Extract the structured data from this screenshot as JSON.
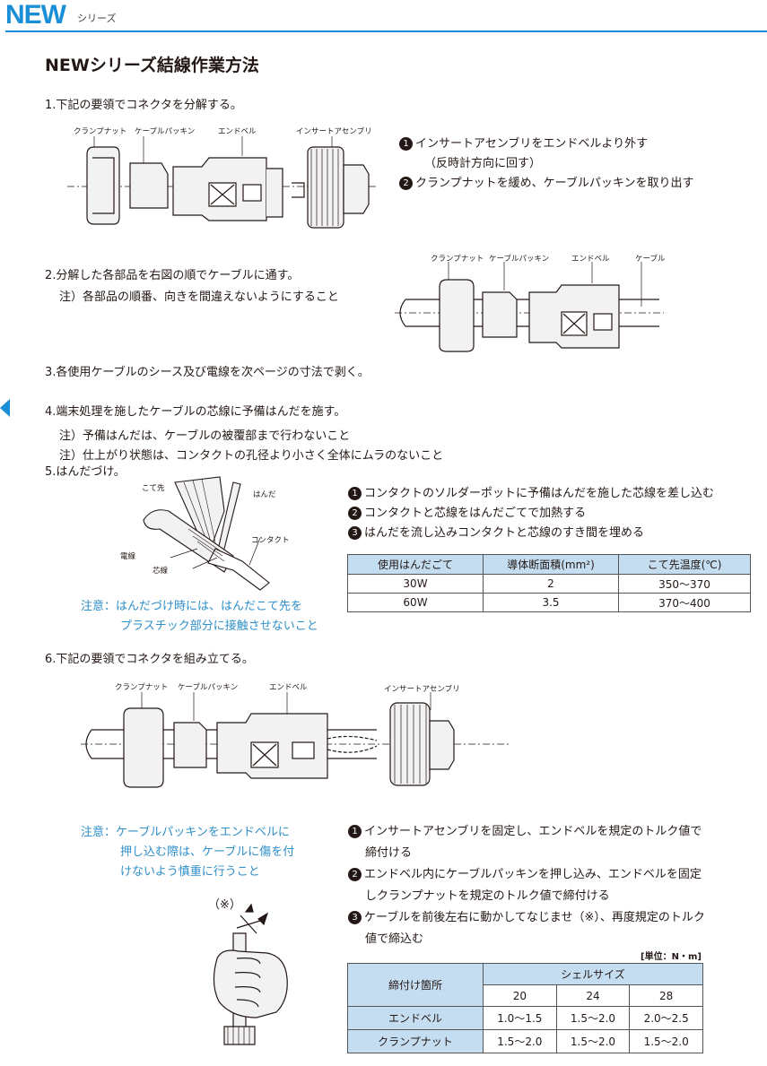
{
  "header": {
    "brand": "NEW",
    "series": "シリーズ"
  },
  "title": "NEWシリーズ結線作業方法",
  "step1": {
    "text": "1.下記の要領でコネクタを分解する。",
    "labels": [
      "クランプナット",
      "ケーブルパッキン",
      "エンドベル",
      "インサートアセンブリ"
    ],
    "instructions": [
      {
        "num": "1",
        "text": "インサートアセンブリをエンドベルより外す"
      },
      {
        "num": "",
        "text": "（反時計方向に回す）"
      },
      {
        "num": "2",
        "text": "クランプナットを緩め、ケーブルパッキンを取り出す"
      }
    ]
  },
  "step2": {
    "text": "2.分解した各部品を右図の順でケーブルに通す。",
    "note": "注）各部品の順番、向きを間違えないようにすること",
    "labels": [
      "クランプナット",
      "ケーブルパッキン",
      "エンドベル",
      "ケーブル"
    ]
  },
  "step3": {
    "text": "3.各使用ケーブルのシース及び電線を次ページの寸法で剥く。"
  },
  "step4": {
    "text": "4.端末処理を施したケーブルの芯線に予備はんだを施す。",
    "notes": [
      "注）予備はんだは、ケーブルの被覆部まで行わないこと",
      "注）仕上がり状態は、コンタクトの孔径より小さく全体にムラのないこと"
    ]
  },
  "step5": {
    "text": "5.はんだづけ。",
    "labels": {
      "tip": "こて先",
      "solder": "はんだ",
      "contact": "コンタクト",
      "wire": "電線",
      "core": "芯線"
    },
    "caution": [
      "注意：はんだづけ時には、はんだこて先を",
      "プラスチック部分に接触させないこと"
    ],
    "instructions": [
      {
        "num": "1",
        "text": "コンタクトのソルダーポットに予備はんだを施した芯線を差し込む"
      },
      {
        "num": "2",
        "text": "コンタクトと芯線をはんだごてで加熱する"
      },
      {
        "num": "3",
        "text": "はんだを流し込みコンタクトと芯線のすき間を埋める"
      }
    ],
    "table": {
      "headers": [
        "使用はんだごて",
        "導体断面積(mm²)",
        "こて先温度(℃)"
      ],
      "rows": [
        [
          "30W",
          "2",
          "350～370"
        ],
        [
          "60W",
          "3.5",
          "370～400"
        ]
      ]
    }
  },
  "step6": {
    "text": "6.下記の要領でコネクタを組み立てる。",
    "labels": [
      "クランプナット",
      "ケーブルパッキン",
      "エンドベル",
      "インサートアセンブリ"
    ],
    "caution": [
      "注意：ケーブルパッキンをエンドベルに",
      "押し込む際は、ケーブルに傷を付",
      "けないよう慎重に行うこと"
    ],
    "mark": "（※）",
    "instructions": [
      {
        "num": "1",
        "text": "インサートアセンブリを固定し、エンドベルを規定のトルク値で"
      },
      {
        "num": "",
        "text": "締付ける"
      },
      {
        "num": "2",
        "text": "エンドベル内にケーブルパッキンを押し込み、エンドベルを固定"
      },
      {
        "num": "",
        "text": "しクランプナットを規定のトルク値で締付ける"
      },
      {
        "num": "3",
        "text": "ケーブルを前後左右に動かしてなじませ（※）、再度規定のトルク"
      },
      {
        "num": "",
        "text": "値で締込む"
      }
    ],
    "unit": "[単位：N・m]",
    "table": {
      "col0": "締付け箇所",
      "group": "シェルサイズ",
      "sizes": [
        "20",
        "24",
        "28"
      ],
      "rows": [
        {
          "name": "エンドベル",
          "values": [
            "1.0～1.5",
            "1.5～2.0",
            "2.0～2.5"
          ]
        },
        {
          "name": "クランプナット",
          "values": [
            "1.5～2.0",
            "1.5～2.0",
            "1.5～2.0"
          ]
        }
      ]
    }
  },
  "colors": {
    "accent": "#1a8ed6",
    "caution": "#2f8fc8",
    "table_header": "#c5ddf0"
  }
}
